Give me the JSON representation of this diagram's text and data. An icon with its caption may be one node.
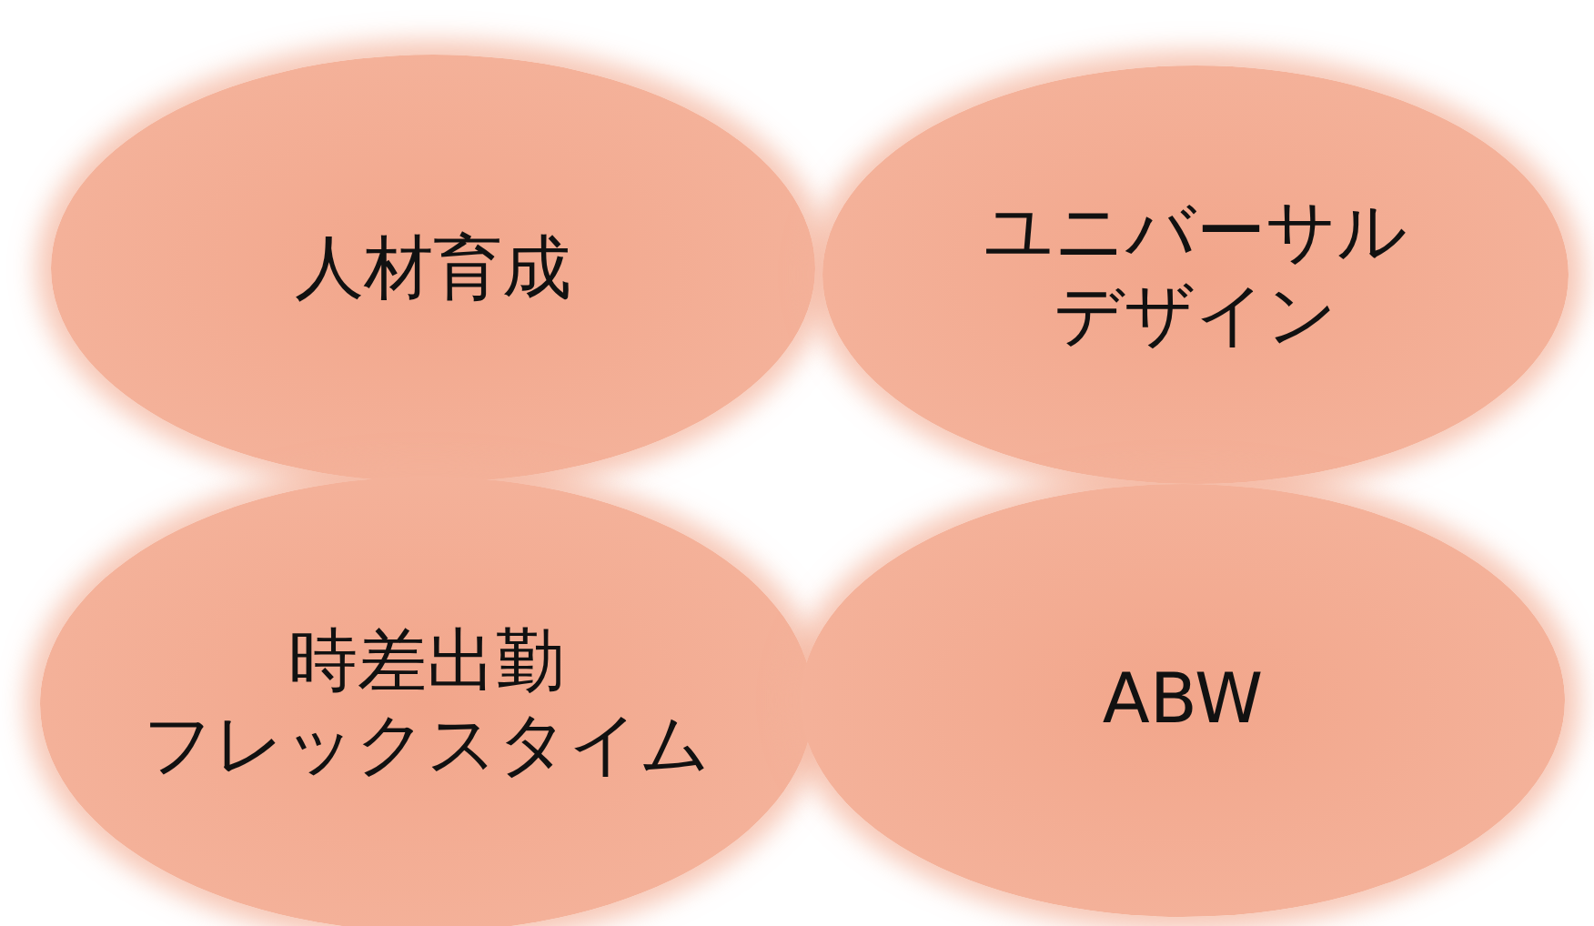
{
  "diagram": {
    "nodes": [
      {
        "text": [
          "人材育成"
        ]
      },
      {
        "text": [
          "ユニバーサルデザイン"
        ]
      },
      {
        "text": [
          "時差出勤",
          "フレックスタイム"
        ]
      },
      {
        "text": [
          "ABW"
        ]
      }
    ]
  }
}
